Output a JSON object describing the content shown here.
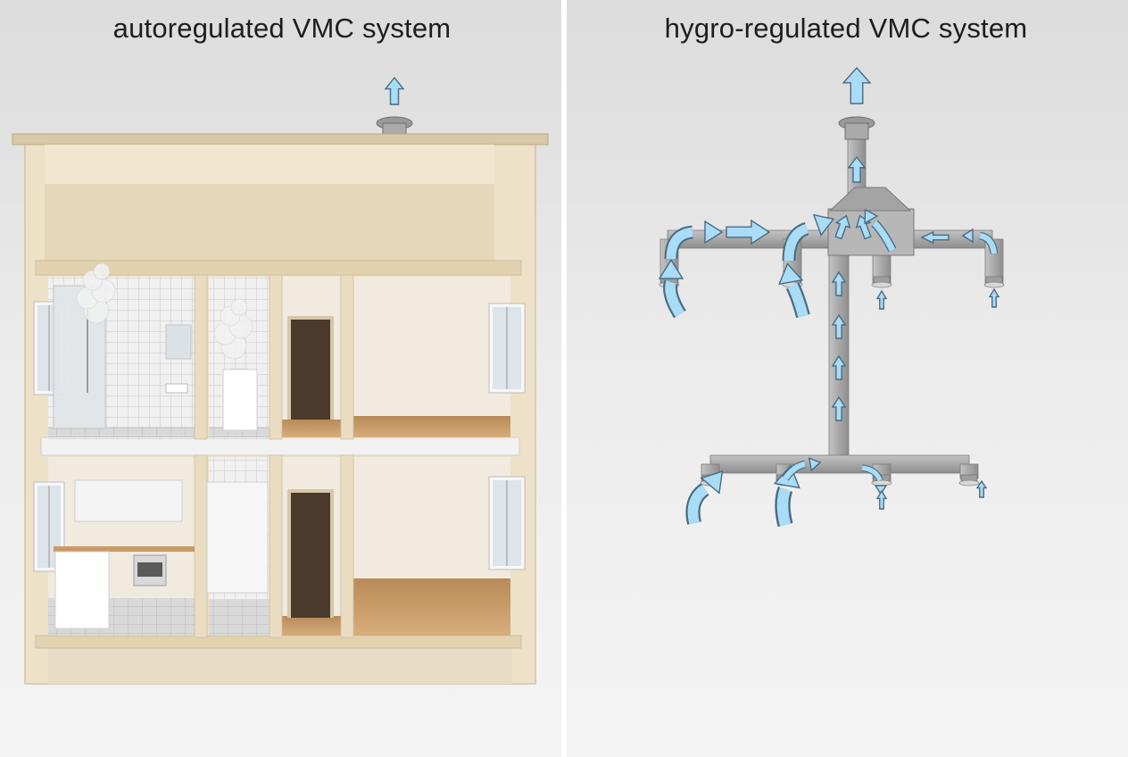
{
  "panels": [
    {
      "id": "left",
      "title": "autoregulated VMC system"
    },
    {
      "id": "right",
      "title": "hygro-regulated VMC system"
    }
  ],
  "colors": {
    "background": "#e9e9e9",
    "wall": "#ede1c7",
    "wall_edge": "#cdbd9c",
    "room_wall": "#f1eadf",
    "floor_wood": "#c89f6f",
    "floor_tile": "#d6d6d6",
    "duct": "#a9a9a9",
    "duct_dark": "#8c8c8c",
    "arrow_fill": "#a9dcf6",
    "arrow_stroke": "#4a6b82",
    "divider": "#ffffff"
  },
  "icons": [
    "airflow-arrow-icon",
    "roof-vent-cap-icon",
    "extract-vent-icon",
    "window-icon",
    "steam-icon"
  ]
}
